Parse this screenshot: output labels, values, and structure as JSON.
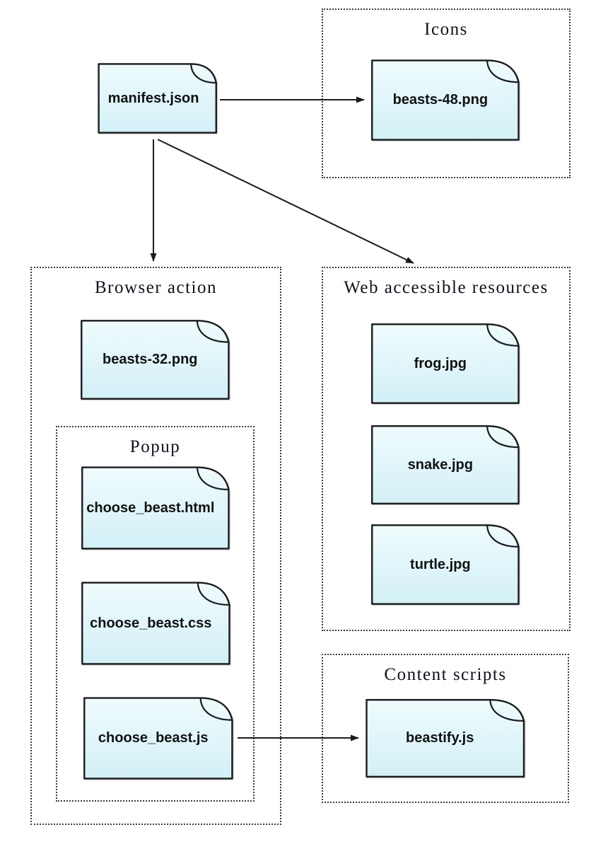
{
  "groups": {
    "icons": {
      "title": "Icons"
    },
    "browser_action": {
      "title": "Browser action"
    },
    "popup": {
      "title": "Popup"
    },
    "web_accessible_resources": {
      "title": "Web accessible resources"
    },
    "content_scripts": {
      "title": "Content scripts"
    }
  },
  "nodes": {
    "manifest": {
      "label": "manifest.json"
    },
    "beasts48": {
      "label": "beasts-48.png"
    },
    "beasts32": {
      "label": "beasts-32.png"
    },
    "choose_beast_html": {
      "label": "choose_beast.html"
    },
    "choose_beast_css": {
      "label": "choose_beast.css"
    },
    "choose_beast_js": {
      "label": "choose_beast.js"
    },
    "frog": {
      "label": "frog.jpg"
    },
    "snake": {
      "label": "snake.jpg"
    },
    "turtle": {
      "label": "turtle.jpg"
    },
    "beastify": {
      "label": "beastify.js"
    }
  },
  "edges": [
    {
      "from": "manifest.json",
      "to": "beasts-48.png"
    },
    {
      "from": "manifest.json",
      "to": "Browser action"
    },
    {
      "from": "manifest.json",
      "to": "Web accessible resources"
    },
    {
      "from": "choose_beast.js",
      "to": "beastify.js"
    }
  ],
  "colors": {
    "paper_gradient_top": "#effbfd",
    "paper_gradient_bottom": "#d2f0f7",
    "paper_border": "#1b1b1b",
    "group_border": "#3c3c3c",
    "group_title_text": "#10101e",
    "file_label_text": "#111111",
    "arrow": "#1b1b1b",
    "background": "#ffffff"
  }
}
